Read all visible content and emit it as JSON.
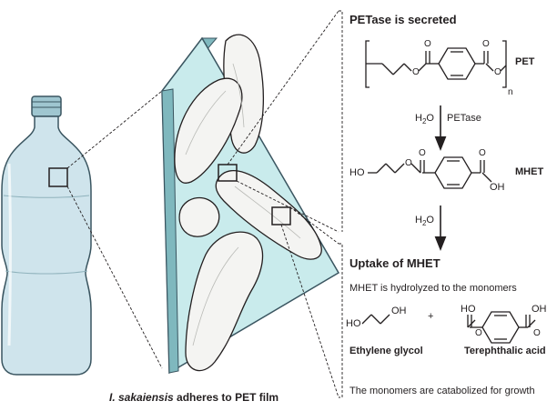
{
  "section_top": {
    "heading": "PETase is secreted",
    "pet_label": "PET",
    "pet_subscript": "n",
    "step1_reagent": "H",
    "step1_reagent_sub": "2",
    "step1_reagent_end": "O",
    "step1_enzyme": "PETase",
    "mhet_label": "MHET",
    "ho_label": "HO",
    "oh_label": "OH",
    "o_label": "O",
    "step2_reagent": "H",
    "step2_reagent_sub": "2",
    "step2_reagent_end": "O"
  },
  "section_bottom": {
    "heading": "Uptake of MHET",
    "description": "MHET is hydrolyzed to the monomers",
    "plus": "+",
    "eg_label": "Ethylene glycol",
    "tpa_label": "Terephthalic acid",
    "footer": "The monomers are catabolized for growth"
  },
  "caption": {
    "organism": "I. sakaiensis",
    "rest": " adheres to PET film"
  },
  "colors": {
    "bottle": "#cfe4ec",
    "bottle_cap": "#9fc6d0",
    "film": "#c9ebec",
    "film_edge": "#7fb8be",
    "cell": "#f4f4f2",
    "line": "#231f20"
  }
}
